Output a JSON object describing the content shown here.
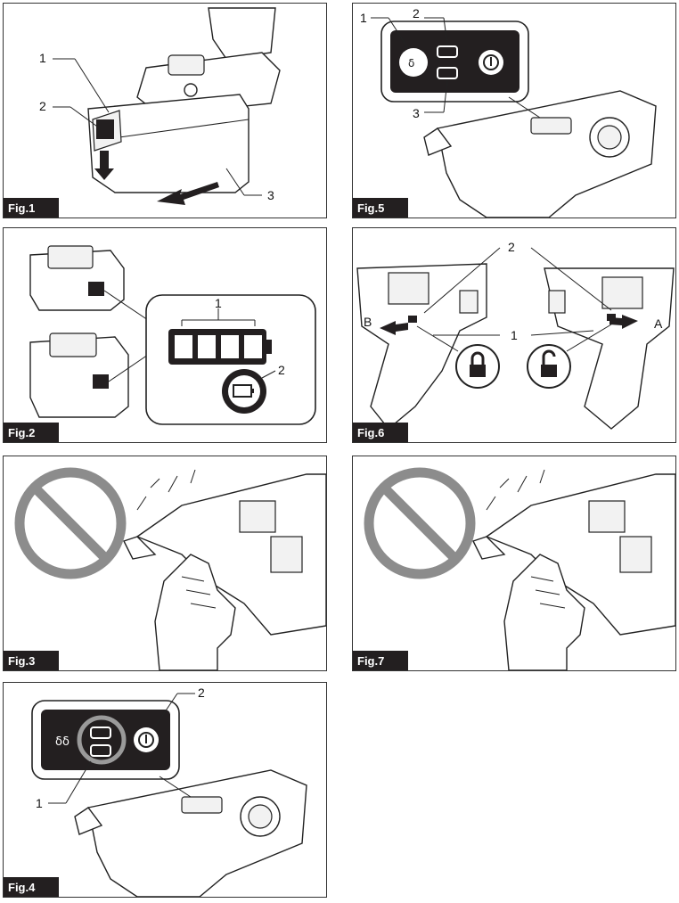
{
  "figures": [
    {
      "id": "fig1",
      "label": "Fig.1",
      "callouts": [
        "1",
        "2",
        "3"
      ]
    },
    {
      "id": "fig2",
      "label": "Fig.2",
      "callouts": [
        "1",
        "2"
      ]
    },
    {
      "id": "fig3",
      "label": "Fig.3",
      "callouts": []
    },
    {
      "id": "fig4",
      "label": "Fig.4",
      "callouts": [
        "1",
        "2"
      ]
    },
    {
      "id": "fig5",
      "label": "Fig.5",
      "callouts": [
        "1",
        "2",
        "3"
      ]
    },
    {
      "id": "fig6",
      "label": "Fig.6",
      "callouts": [
        "2",
        "1",
        "B",
        "A"
      ]
    },
    {
      "id": "fig7",
      "label": "Fig.7",
      "callouts": []
    }
  ],
  "icons": {
    "prohibition": "prohibition-icon",
    "lock": "lock-icon",
    "unlock": "unlock-icon",
    "battery": "battery-indicator-icon",
    "power": "power-icon"
  }
}
